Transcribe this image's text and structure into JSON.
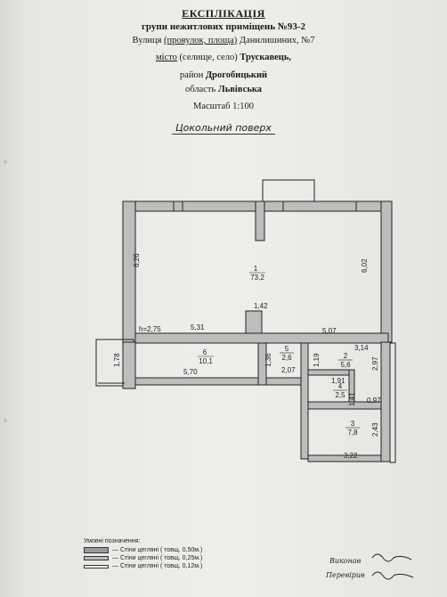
{
  "header": {
    "title": "ЕКСПЛІКАЦІЯ",
    "subtitle_prefix": "групи нежитлових приміщень",
    "group_number": "№93-2",
    "street_label": "Вулиця",
    "street_hint": "(провулок, площа)",
    "street_value": "Данилишиних, №7",
    "city_label": "місто",
    "city_hint": "(селище, село)",
    "city_value": "Трускавець,",
    "district_label": "район",
    "district_value": "Дрогобицький",
    "oblast_label": "область",
    "oblast_value": "Львівська",
    "scale": "Масштаб 1:100",
    "floor": "Цокольний поверх"
  },
  "plan": {
    "dims": {
      "d626": "6,26",
      "d602": "6,02",
      "d142": "1,42",
      "h275": "h=2,75",
      "d531": "5,31",
      "d507": "5,07",
      "d314": "3,14",
      "d178": "1,78",
      "d570": "5,70",
      "d136": "1,36",
      "d207": "2,07",
      "d119": "1,19",
      "d297": "2,97",
      "d191": "1,91",
      "d141": "1,41",
      "d097": "0,97",
      "d243": "2,43",
      "d322": "3,22"
    },
    "rooms": [
      {
        "num": "1",
        "area": "73,2"
      },
      {
        "num": "6",
        "area": "10,1"
      },
      {
        "num": "5",
        "area": "2,6"
      },
      {
        "num": "2",
        "area": "5,6"
      },
      {
        "num": "4",
        "area": "2,5"
      },
      {
        "num": "3",
        "area": "7,8"
      }
    ]
  },
  "legend": {
    "title": "Умовні позначення:",
    "items": [
      "— Стіни цегляні ( товщ. 0,50м.)",
      "— Стіни цегляні ( товщ. 0,25м.)",
      "— Стіни цегляні ( товщ. 0,12м.)"
    ]
  },
  "signatures": {
    "executor": "Виконав",
    "checker": "Перевірив"
  }
}
